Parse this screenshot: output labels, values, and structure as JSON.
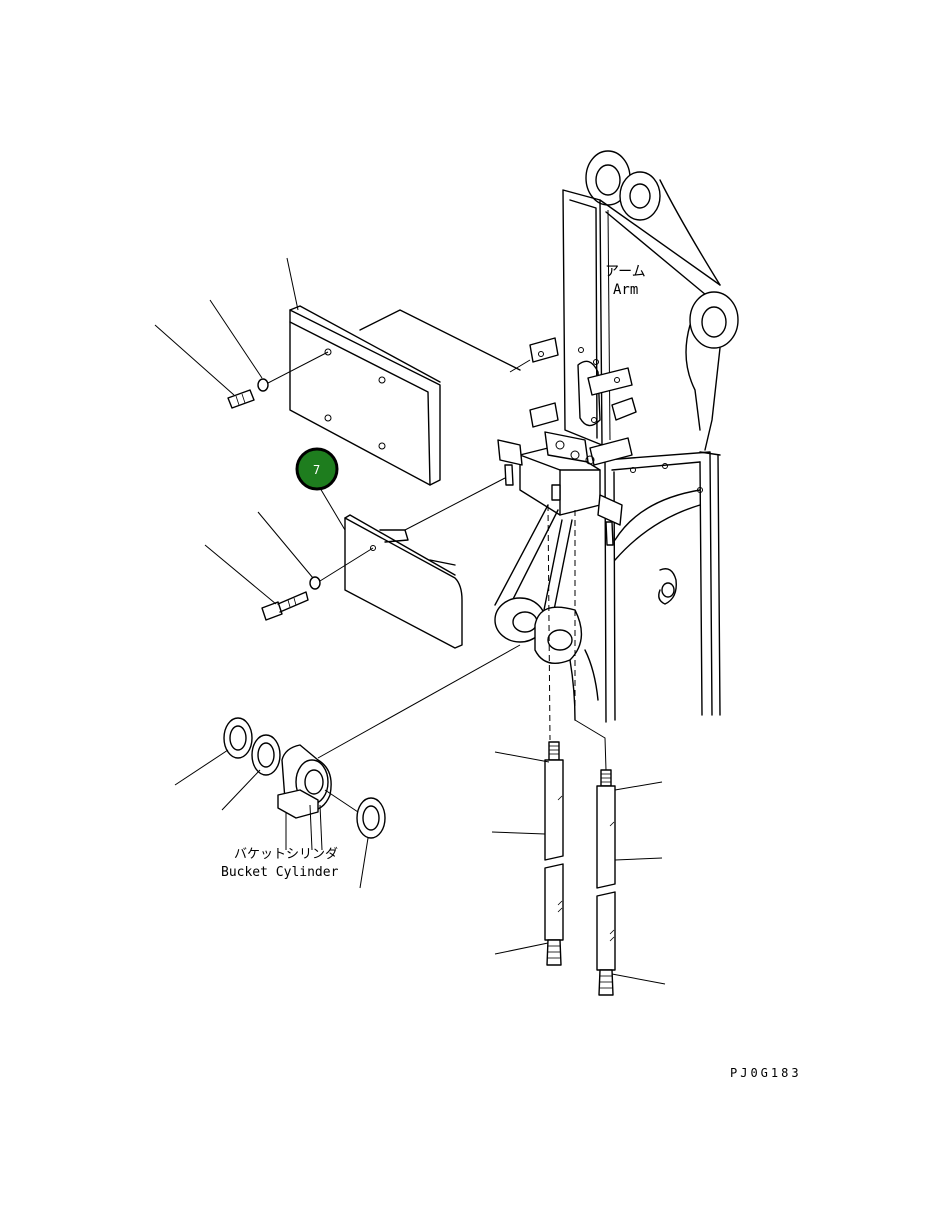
{
  "labels": {
    "arm_jp": "アーム",
    "arm_en": "Arm",
    "bucket_cylinder_jp": "バケットシリンダ",
    "bucket_cylinder_en": "Bucket Cylinder",
    "drawing_code": "PJ0G183"
  },
  "callout": {
    "number": "7",
    "color": "#1e7d1e"
  }
}
